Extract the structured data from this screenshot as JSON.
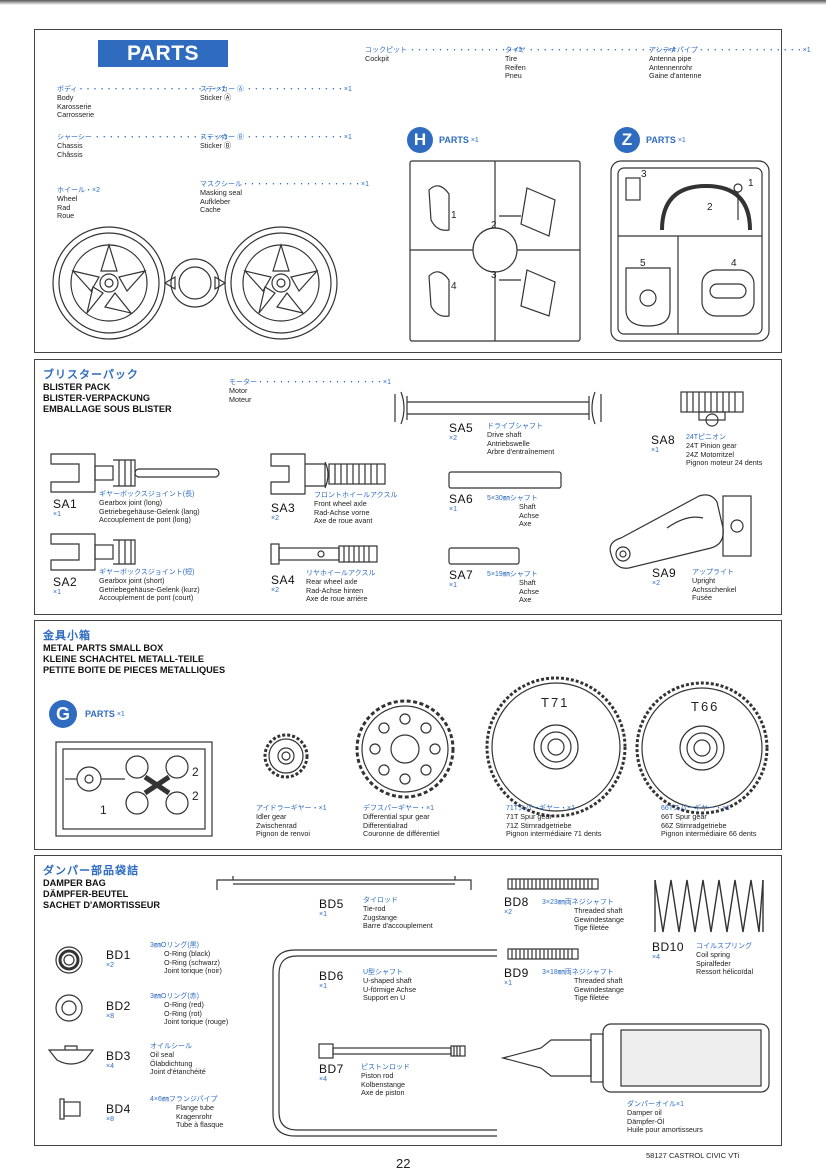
{
  "top": {
    "page_label": "22",
    "footer": "58127 CASTROL CIVIC VTi"
  },
  "parts": {
    "title": "PARTS",
    "items": [
      {
        "jp": "ボディ・・・・・・・・・・・・・・・・・・・・×1",
        "txt": "Body\nKarosserie\nCarrosserie"
      },
      {
        "jp": "シャーシー ・・・・・・・・・・・・・・・・・・×1",
        "txt": "Chassis\nChâssis"
      },
      {
        "jp": "ホイール・×2",
        "txt": "Wheel\nRad\nRoue"
      },
      {
        "jp": "ステッカー Ⓐ ・・・・・・・・・・・・・・×1",
        "txt": "Sticker Ⓐ"
      },
      {
        "jp": "ステッカー Ⓑ ・・・・・・・・・・・・・・×1",
        "txt": "Sticker Ⓑ"
      },
      {
        "jp": "マスクシール・・・・・・・・・・・・・・・・・×1",
        "txt": "Masking seal\nAufkleber\nCache"
      },
      {
        "jp": "コックピット ・・・・・・・・・・・・・・・×1",
        "txt": "Cockpit"
      },
      {
        "jp": "タイヤ ・・・・・・・・・・・・・・・・・・・・×4",
        "txt": "Tire\nReifen\nPneu"
      },
      {
        "jp": "アンテナパイプ・・・・・・・・・・・・・・・×1",
        "txt": "Antenna pipe\nAntennenrohr\nGaine d'antenne"
      }
    ],
    "h_tree": {
      "letter": "H",
      "label": "PARTS",
      "qty": "×1",
      "nums": [
        "1",
        "2",
        "3",
        "4"
      ]
    },
    "z_tree": {
      "letter": "Z",
      "label": "PARTS",
      "qty": "×1",
      "nums": [
        "1",
        "2",
        "3",
        "4",
        "5"
      ]
    }
  },
  "blister": {
    "jp": "ブリスターパック",
    "title": "BLISTER PACK\nBLISTER-VERPACKUNG\nEMBALLAGE SOUS BLISTER",
    "motor": {
      "jp": "モーター・・・・・・・・・・・・・・・・・・×1",
      "txt": "Motor\nMoteur"
    },
    "items": [
      {
        "code": "SA1",
        "qty": "×1",
        "jp": "ギヤーボックスジョイント(長)",
        "txt": "Gearbox joint (long)\nGetriebegehäuse-Gelenk (lang)\nAccouplement de pont (long)"
      },
      {
        "code": "SA2",
        "qty": "×1",
        "jp": "ギヤーボックスジョイント(短)",
        "txt": "Gearbox joint (short)\nGetriebegehäuse-Gelenk (kurz)\nAccouplement de pont (court)"
      },
      {
        "code": "SA3",
        "qty": "×2",
        "jp": "フロントホイールアクスル",
        "txt": "Front wheel axle\nRad-Achse vorne\nAxe de roue avant"
      },
      {
        "code": "SA4",
        "qty": "×2",
        "jp": "リヤホイールアクスル",
        "txt": "Rear wheel axle\nRad-Achse hinten\nAxe de roue arrière"
      },
      {
        "code": "SA5",
        "qty": "×2",
        "jp": "ドライブシャフト",
        "txt": "Drive shaft\nAntriebswelle\nArbre d'entraînement"
      },
      {
        "code": "SA6",
        "qty": "×1",
        "jp": "5×30㎜シャフト",
        "txt": "Shaft\nAchse\nAxe"
      },
      {
        "code": "SA7",
        "qty": "×1",
        "jp": "5×19㎜シャフト",
        "txt": "Shaft\nAchse\nAxe"
      },
      {
        "code": "SA8",
        "qty": "×1",
        "jp": "24Tピニオン",
        "txt": "24T Pinion gear\n24Z Motorritzel\nPignon moteur 24 dents"
      },
      {
        "code": "SA9",
        "qty": "×2",
        "jp": "アップライト",
        "txt": "Upright\nAchsschenkel\nFusée"
      }
    ]
  },
  "metal": {
    "jp": "金具小箱",
    "title": "METAL PARTS SMALL BOX\nKLEINE SCHACHTEL METALL-TEILE\nPETITE BOITE DE PIECES METALLIQUES",
    "g_tree": {
      "letter": "G",
      "label": "PARTS",
      "qty": "×1",
      "nums": [
        "1",
        "2",
        "2"
      ]
    },
    "gears": [
      {
        "jp": "アイドラーギヤー・×1",
        "txt": "Idler gear\nZwischenrad\nPignon de renvoi"
      },
      {
        "jp": "デフスパーギヤー・×1",
        "txt": "Differential spur gear\nDifferentialrad\nCouronne de différentiel"
      },
      {
        "jp": "71Tスパーギヤー・×1",
        "txt": "71T Spur gear\n71Z Stirnradgetriebe\nPignon intermédiaire 71 dents",
        "mark": "T71"
      },
      {
        "jp": "66Tスパーギヤー・×1",
        "txt": "66T Spur gear\n66Z Stirnradgetriebe\nPignon intermédiaire 66 dents",
        "mark": "T66"
      }
    ]
  },
  "damper": {
    "jp": "ダンパー部品袋詰",
    "title": "DAMPER BAG\nDÄMPFER-BEUTEL\nSACHET D'AMORTISSEUR",
    "items": [
      {
        "code": "BD1",
        "qty": "×2",
        "jp": "3㎜Oリング(黒)",
        "txt": "O-Ring (black)\nO-Ring (schwarz)\nJoint torique (noir)"
      },
      {
        "code": "BD2",
        "qty": "×8",
        "jp": "3㎜Oリング(赤)",
        "txt": "O-Ring (red)\nO-Ring (rot)\nJoint torique (rouge)"
      },
      {
        "code": "BD3",
        "qty": "×4",
        "jp": "オイルシール",
        "txt": "Oil seal\nÖlabdichtung\nJoint d'étanchéité"
      },
      {
        "code": "BD4",
        "qty": "×8",
        "jp": "4×6㎜フランジパイプ",
        "txt": "Flange tube\nKragenrohr\nTube à flasque"
      },
      {
        "code": "BD5",
        "qty": "×1",
        "jp": "タイロッド",
        "txt": "Tie-rod\nZugstange\nBarre d'accouplement"
      },
      {
        "code": "BD6",
        "qty": "×1",
        "jp": "U型シャフト",
        "txt": "U-shaped shaft\nU-förmige Achse\nSupport en U"
      },
      {
        "code": "BD7",
        "qty": "×4",
        "jp": "ピストンロッド",
        "txt": "Piston rod\nKolbenstange\nAxe de piston"
      },
      {
        "code": "BD8",
        "qty": "×2",
        "jp": "3×23㎜両ネジシャフト",
        "txt": "Threaded shaft\nGewindestange\nTige filetée"
      },
      {
        "code": "BD9",
        "qty": "×1",
        "jp": "3×18㎜両ネジシャフト",
        "txt": "Threaded shaft\nGewindestange\nTige filetée"
      },
      {
        "code": "BD10",
        "qty": "×4",
        "jp": "コイルスプリング",
        "txt": "Coil spring\nSpiralfeder\nRessort hélicoïdal"
      }
    ],
    "oil": {
      "jp": "ダンパーオイル×1",
      "txt": "Damper oil\nDämpfer-Öl\nHuile pour amortisseurs"
    }
  },
  "colors": {
    "accent": "#2f6cc0",
    "badge": "#2f6cc0",
    "line": "#333333"
  }
}
